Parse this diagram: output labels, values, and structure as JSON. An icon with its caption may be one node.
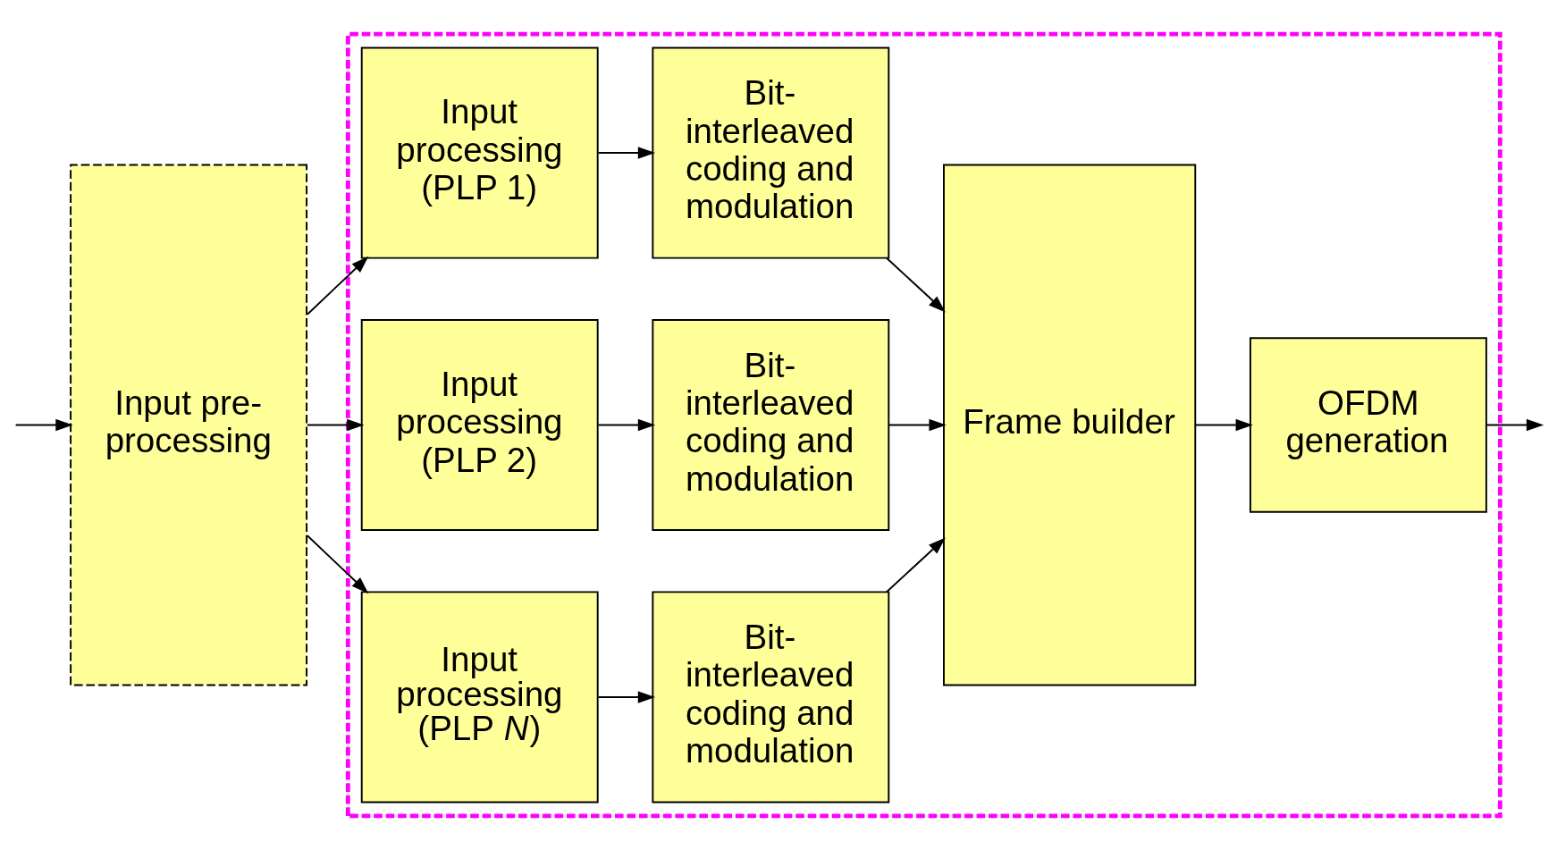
{
  "diagram": {
    "nodes": [
      {
        "text": [
          "Input pre-processing"
        ]
      },
      {
        "text": [],
        "shape": "box"
      },
      {
        "text": [
          "Input processing (PLP 1)"
        ],
        "in": 1
      },
      {
        "text": [
          "Bit-interleaved coding and modulation"
        ],
        "in": 1
      },
      {
        "text": [
          "Input processing (PLP 2)"
        ],
        "in": 1
      },
      {
        "text": [
          "Bit-interleaved coding and modulation"
        ],
        "in": 1
      },
      {
        "text": [
          "Input processing (PLP *N*)"
        ],
        "in": 1
      },
      {
        "text": [
          "Bit-interleaved coding and modulation"
        ],
        "in": 1
      },
      {
        "text": [
          "Frame builder"
        ],
        "in": 1
      },
      {
        "text": [
          "OFDM generation"
        ],
        "in": 1
      }
    ],
    "edges": [
      {
        "from": null,
        "to": 0,
        "arrow": "to"
      },
      {
        "from": 0,
        "to": 2,
        "arrow": "to"
      },
      {
        "from": 0,
        "to": 4,
        "arrow": "to"
      },
      {
        "from": 0,
        "to": 6,
        "arrow": "to"
      },
      {
        "from": 2,
        "to": 3,
        "arrow": "to"
      },
      {
        "from": 4,
        "to": 5,
        "arrow": "to"
      },
      {
        "from": 6,
        "to": 7,
        "arrow": "to"
      },
      {
        "from": 3,
        "to": 8,
        "arrow": "to"
      },
      {
        "from": 5,
        "to": 8,
        "arrow": "to"
      },
      {
        "from": 7,
        "to": 8,
        "arrow": "to"
      },
      {
        "from": 8,
        "to": 9,
        "arrow": "to"
      },
      {
        "from": 9,
        "to": null,
        "arrow": "to"
      }
    ]
  }
}
